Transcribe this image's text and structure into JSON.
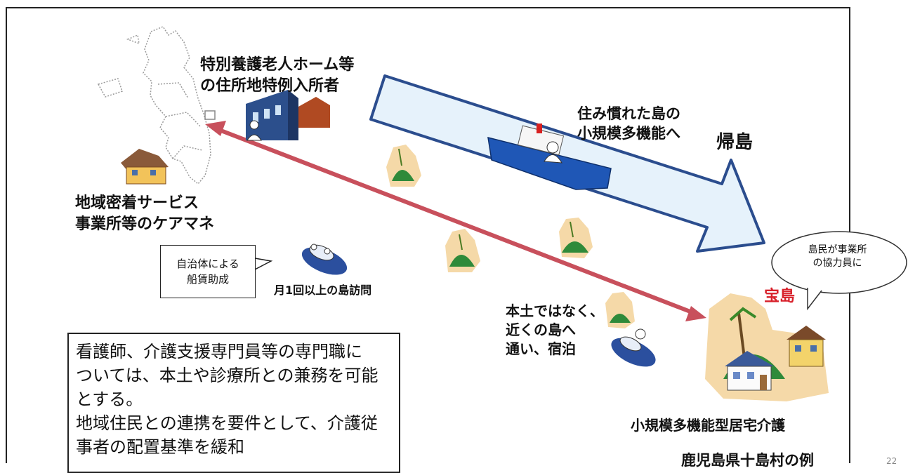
{
  "labels": {
    "nursing_home": "特別養護老人ホーム等\nの住所地特例入所者",
    "care_manager": "地域密着サービス\n事業所等のケアマネ",
    "return_sub": "住み慣れた島の\n小規模多機能へ",
    "return_island": "帰島",
    "subsidy": "自治体による\n船賃助成",
    "monthly_visit": "月1回以上の島訪問",
    "near_island": "本土ではなく、\n近くの島へ\n通い、宿泊",
    "takarajima": "宝島",
    "islander_bubble": "島民が事業所\nの協力員に",
    "small_service": "小規模多機能型居宅介護",
    "example": "鹿児島県十島村の例",
    "note": "看護師、介護支援専門員等の専門職に\nついては、本土や診療所との兼務を可能\nとする。\n地域住民との連携を要件として、介護従\n事者の配置基準を緩和",
    "page_number": "22"
  },
  "colors": {
    "arrow_fill": "#e6f2fb",
    "arrow_stroke": "#2b4d8e",
    "route": "#c8505c",
    "takarajima": "#d8202a"
  },
  "icons": [
    "map-outline",
    "nursing-home-icon",
    "house-icon",
    "ferry-icon",
    "small-ferry-icon",
    "island-icon",
    "takarajima-village-icon",
    "person-icon"
  ]
}
